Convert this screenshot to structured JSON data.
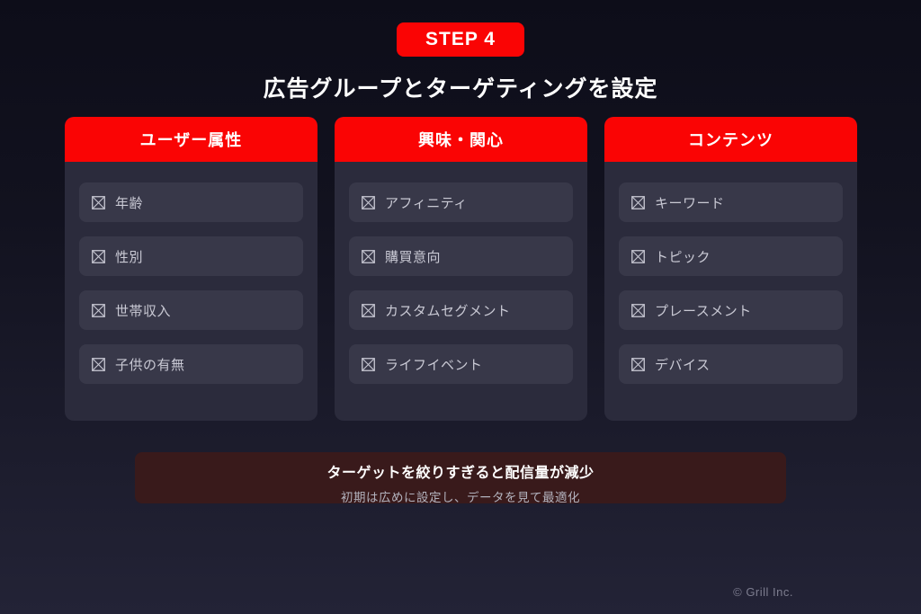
{
  "badge": "STEP 4",
  "title": "広告グループとターゲティングを設定",
  "columns": [
    {
      "header": "ユーザー属性",
      "items": [
        "年齢",
        "性別",
        "世帯収入",
        "子供の有無"
      ]
    },
    {
      "header": "興味・関心",
      "items": [
        "アフィニティ",
        "購買意向",
        "カスタムセグメント",
        "ライフイベント"
      ]
    },
    {
      "header": "コンテンツ",
      "items": [
        "キーワード",
        "トピック",
        "プレースメント",
        "デバイス"
      ]
    }
  ],
  "note": {
    "title": "ターゲットを絞りすぎると配信量が減少",
    "subtitle": "初期は広めに設定し、データを見て最適化"
  },
  "footer": "© Grill Inc.",
  "colors": {
    "accent": "#fa0404",
    "note_bg": "#391a1b",
    "card_bg": "#2b2b3c",
    "item_bg": "#383849"
  },
  "icons": {
    "item_bullet": "missing-glyph-box-x"
  }
}
